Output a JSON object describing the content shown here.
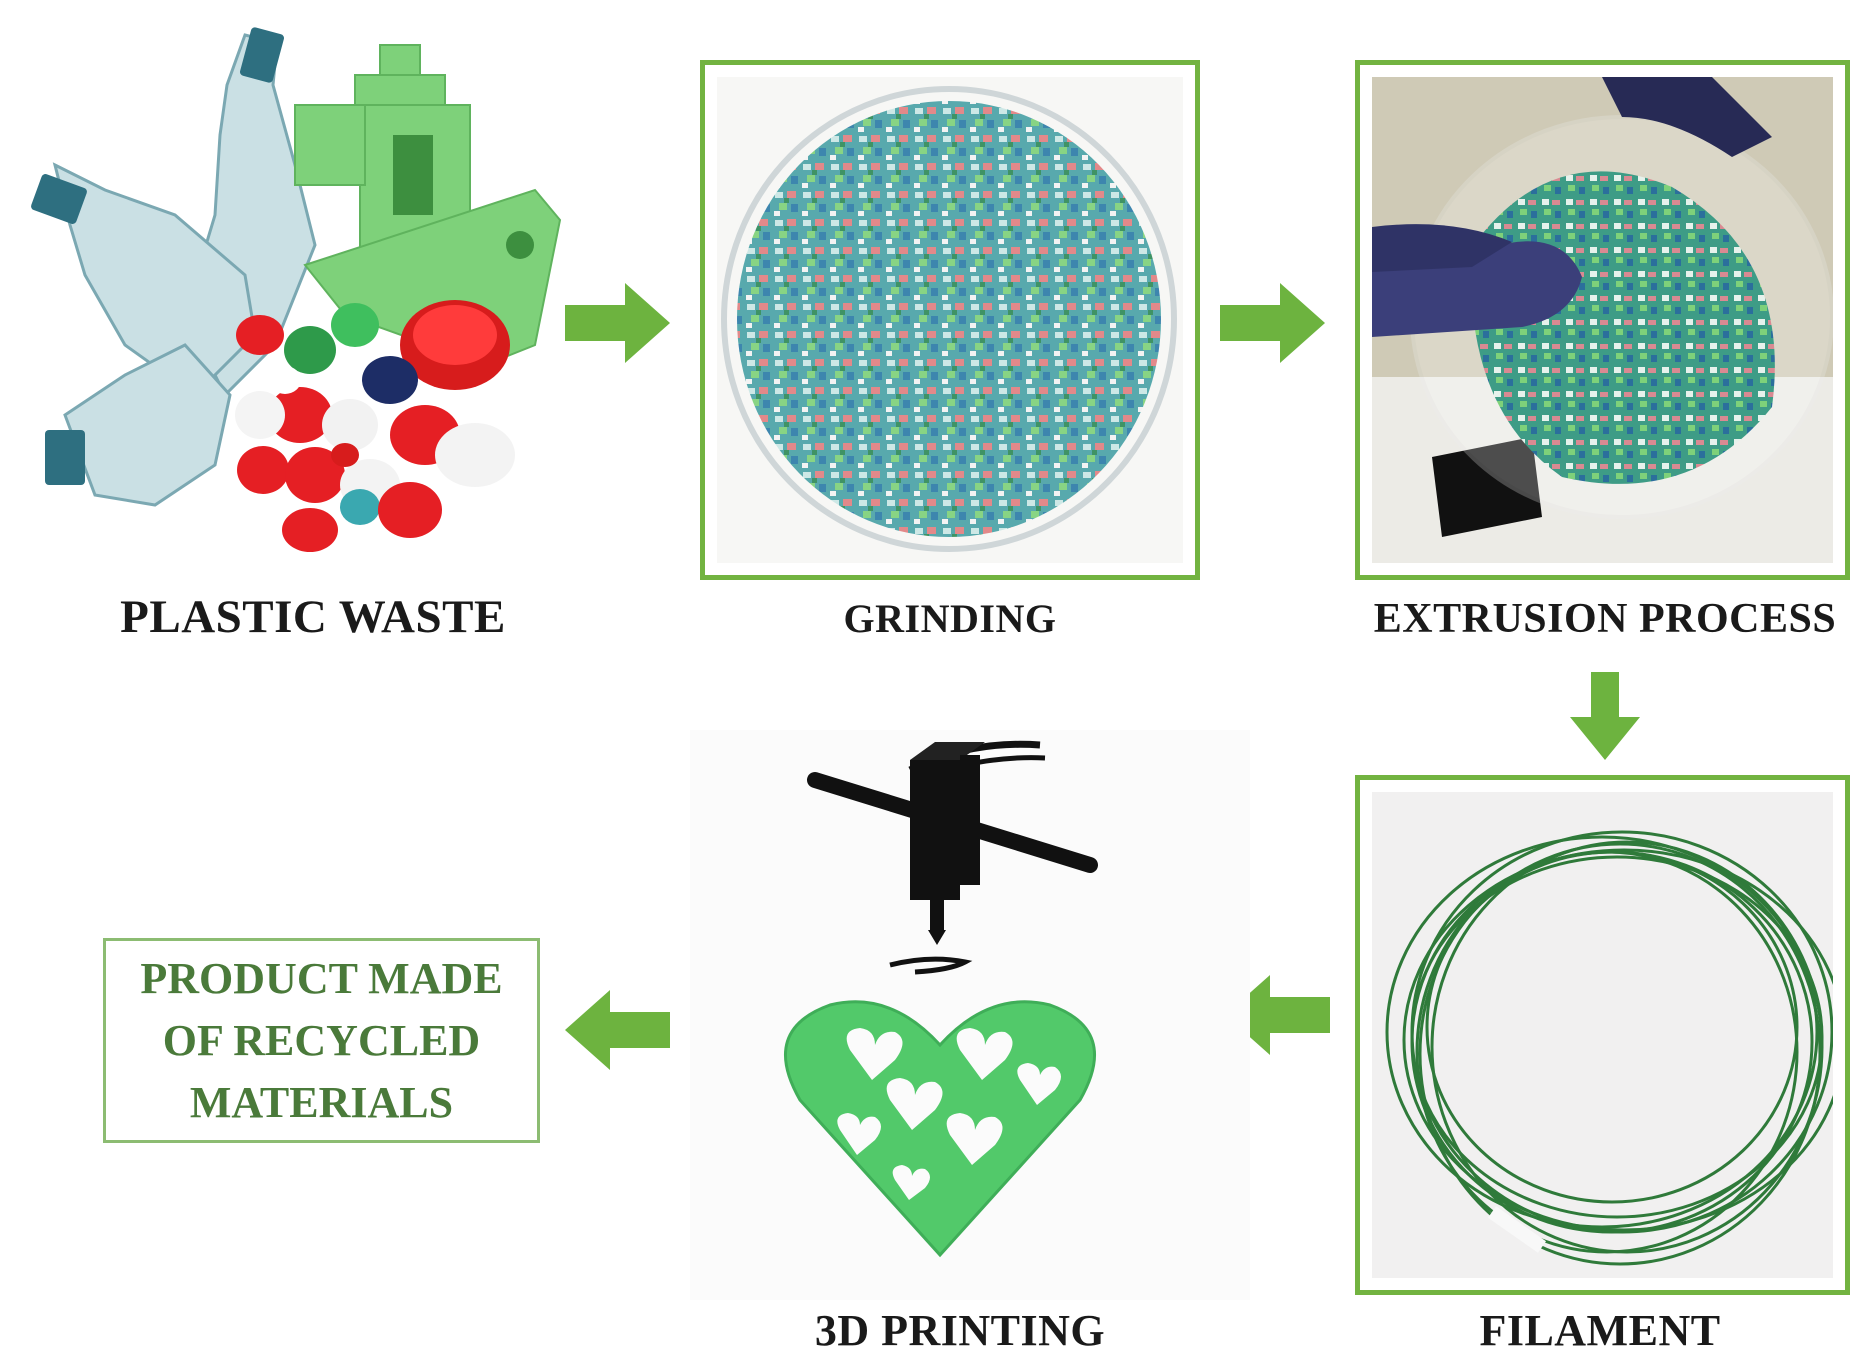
{
  "steps": {
    "plastic_waste": "PLASTIC WASTE",
    "grinding": "GRINDING",
    "extrusion": "EXTRUSION  PROCESS",
    "filament": "FILAMENT",
    "printing": "3D PRINTING"
  },
  "product": {
    "line1": "PRODUCT MADE",
    "line2": "OF RECYCLED",
    "line3": "MATERIALS"
  },
  "colors": {
    "arrow": "#6db33f",
    "frame": "#72b340",
    "product_text": "#4a7a3a",
    "print_green": "#52c96a"
  }
}
